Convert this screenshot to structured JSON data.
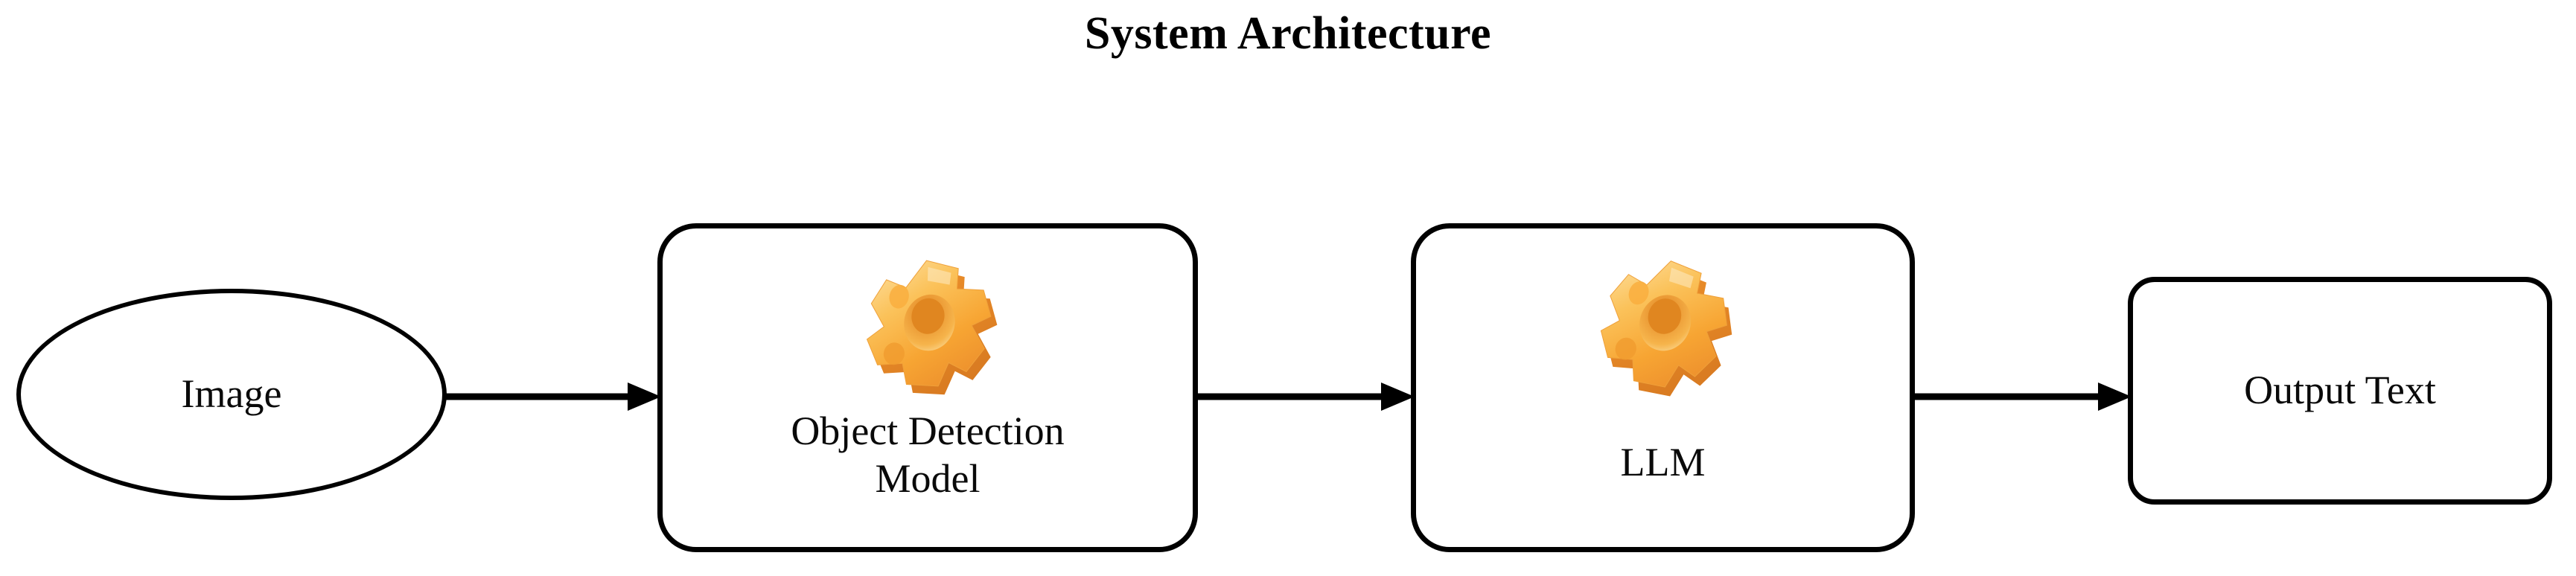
{
  "title": "System Architecture",
  "colors": {
    "stroke": "#000000",
    "background": "#ffffff",
    "text": "#0a0a0a",
    "gear_light": "#FDE0A0",
    "gear_mid": "#F9B23F",
    "gear_dark": "#E8862A",
    "gear_shadow": "#D4761F"
  },
  "diagram": {
    "type": "flowchart",
    "direction": "left-to-right",
    "nodes": [
      {
        "id": "image",
        "label": "Image",
        "shape": "ellipse",
        "icon": null
      },
      {
        "id": "object-detection-model",
        "label": "Object Detection\nModel",
        "shape": "rounded-rectangle",
        "icon": "gear-icon"
      },
      {
        "id": "llm",
        "label": "LLM",
        "shape": "rounded-rectangle",
        "icon": "gear-icon"
      },
      {
        "id": "output-text",
        "label": "Output Text",
        "shape": "rounded-rectangle",
        "icon": null
      }
    ],
    "edges": [
      {
        "id": "edge-1",
        "from": "image",
        "to": "object-detection-model",
        "style": "solid-arrow"
      },
      {
        "id": "edge-2",
        "from": "object-detection-model",
        "to": "llm",
        "style": "solid-arrow"
      },
      {
        "id": "edge-3",
        "from": "llm",
        "to": "output-text",
        "style": "solid-arrow"
      }
    ]
  }
}
